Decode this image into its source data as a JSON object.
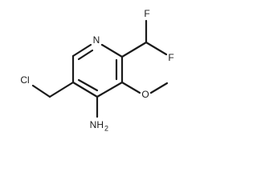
{
  "molecule": {
    "atoms": {
      "ring_nitrogen": "N",
      "fluorine_upper": "F",
      "fluorine_lower": "F",
      "chlorine": "Cl",
      "methoxy_oxygen": "O",
      "amine": "NH"
    },
    "amine_subscript": "2"
  }
}
